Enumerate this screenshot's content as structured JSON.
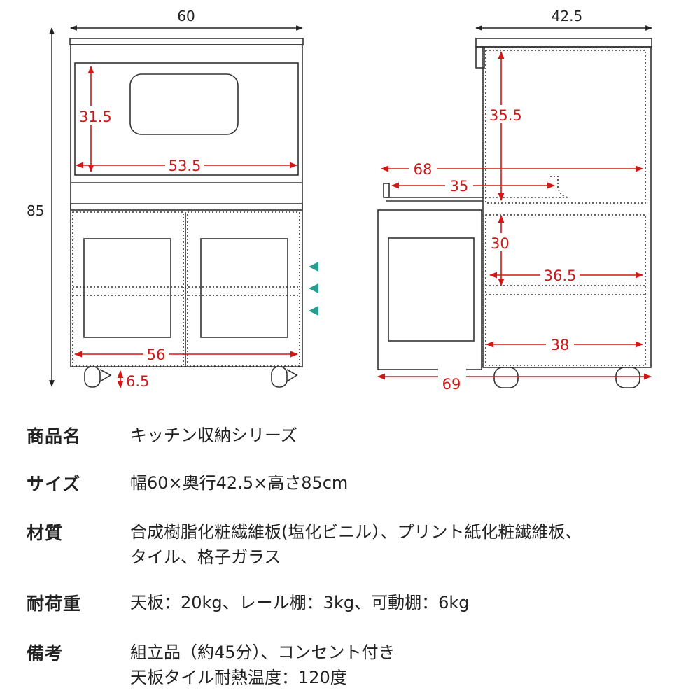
{
  "dimensions": {
    "front": {
      "width": "60",
      "height": "85",
      "upper_inner_height": "31.5",
      "upper_inner_width": "53.5",
      "lower_inner_width": "56",
      "caster_height": "6.5"
    },
    "side": {
      "depth": "42.5",
      "upper_inner_height": "35.5",
      "rail_extended": "68",
      "rail_shelf": "35",
      "lower_inner_height": "30",
      "shelf_depth": "36.5",
      "bottom_depth": "38",
      "total_extended": "69"
    }
  },
  "colors": {
    "dimension_red": "#d01818",
    "arrow_teal": "#2a9d8f",
    "line": "#333333"
  },
  "specs": [
    {
      "label": "商品名",
      "lines": [
        "キッチン収納シリーズ"
      ]
    },
    {
      "label": "サイズ",
      "lines": [
        "幅60×奥行42.5×高さ85cm"
      ]
    },
    {
      "label": "材質",
      "lines": [
        "合成樹脂化粧繊維板(塩化ビニル）、プリント紙化粧繊維板、",
        "タイル、格子ガラス"
      ]
    },
    {
      "label": "耐荷重",
      "lines": [
        "天板：20kg、レール棚：3kg、可動棚：6kg"
      ]
    },
    {
      "label": "備考",
      "lines": [
        "組立品（約45分）、コンセント付き",
        "天板タイル耐熱温度：120度"
      ]
    }
  ]
}
